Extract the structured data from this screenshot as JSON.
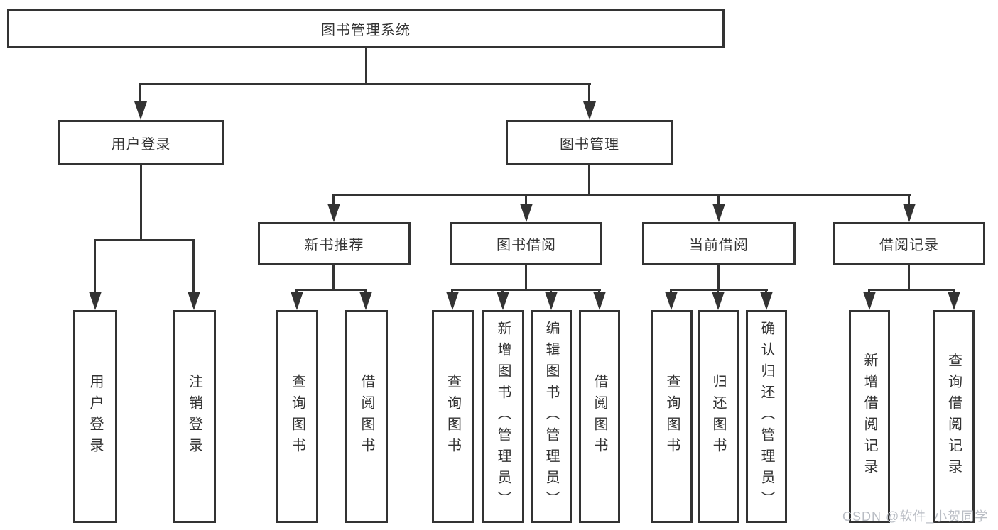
{
  "colors": {
    "line": "#333333",
    "text": "#333333",
    "background": "#ffffff",
    "watermark": "#b9bdc4"
  },
  "watermark": {
    "text": "CSDN @软件_小贺同学"
  },
  "tree": {
    "root": {
      "label": "图书管理系统",
      "children": [
        {
          "label": "用户登录",
          "children": [
            {
              "label": "用户登录"
            },
            {
              "label": "注销登录"
            }
          ]
        },
        {
          "label": "图书管理",
          "children": [
            {
              "label": "新书推荐",
              "children": [
                {
                  "label": "查询图书"
                },
                {
                  "label": "借阅图书"
                }
              ]
            },
            {
              "label": "图书借阅",
              "children": [
                {
                  "label": "查询图书"
                },
                {
                  "label": "新增图书（管理员）"
                },
                {
                  "label": "编辑图书（管理员）"
                },
                {
                  "label": "借阅图书"
                }
              ]
            },
            {
              "label": "当前借阅",
              "children": [
                {
                  "label": "查询图书"
                },
                {
                  "label": "归还图书"
                },
                {
                  "label": "确认归还（管理员）"
                }
              ]
            },
            {
              "label": "借阅记录",
              "children": [
                {
                  "label": "新增借阅记录"
                },
                {
                  "label": "查询借阅记录"
                }
              ]
            }
          ]
        }
      ]
    }
  }
}
